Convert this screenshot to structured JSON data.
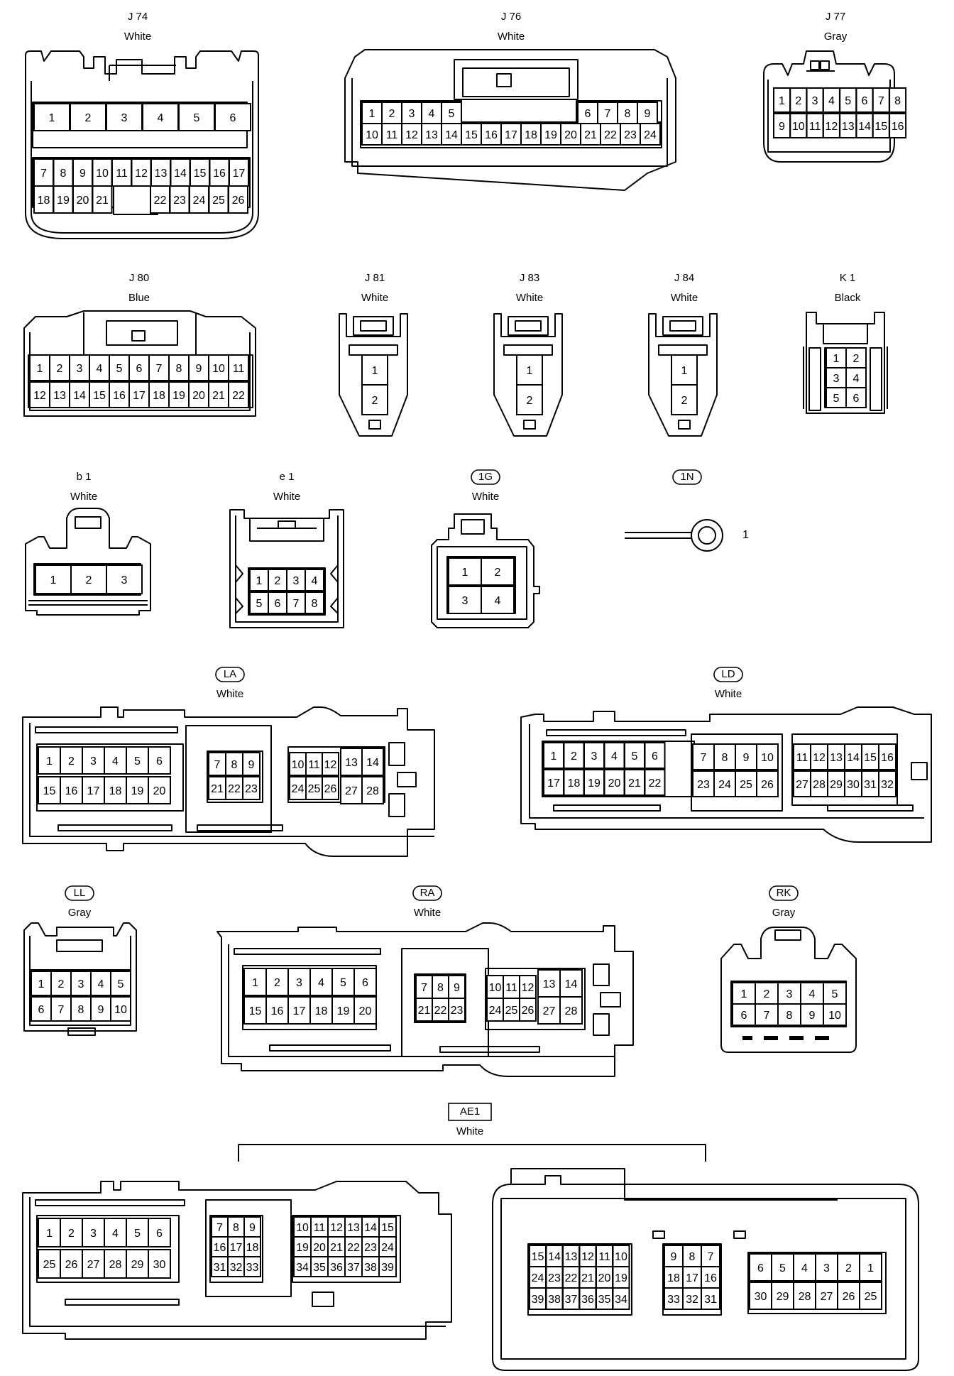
{
  "connectors": [
    {
      "id": "j74",
      "code": "J 74",
      "color": "White",
      "rows": [
        [
          "1",
          "2",
          "3",
          "4",
          "5",
          "6"
        ],
        [
          "7",
          "8",
          "9",
          "10",
          "11",
          "12",
          "13",
          "14",
          "15",
          "16",
          "17"
        ],
        [
          "18",
          "19",
          "20",
          "21",
          "22",
          "23",
          "24",
          "25",
          "26"
        ]
      ]
    },
    {
      "id": "j76",
      "code": "J 76",
      "color": "White",
      "rows": [
        [
          "1",
          "2",
          "3",
          "4",
          "5",
          "6",
          "7",
          "8",
          "9"
        ],
        [
          "10",
          "11",
          "12",
          "13",
          "14",
          "15",
          "16",
          "17",
          "18",
          "19",
          "20",
          "21",
          "22",
          "23",
          "24"
        ]
      ]
    },
    {
      "id": "j77",
      "code": "J 77",
      "color": "Gray",
      "rows": [
        [
          "1",
          "2",
          "3",
          "4",
          "5",
          "6",
          "7",
          "8"
        ],
        [
          "9",
          "10",
          "11",
          "12",
          "13",
          "14",
          "15",
          "16"
        ]
      ]
    },
    {
      "id": "j80",
      "code": "J 80",
      "color": "Blue",
      "rows": [
        [
          "1",
          "2",
          "3",
          "4",
          "5",
          "6",
          "7",
          "8",
          "9",
          "10",
          "11"
        ],
        [
          "12",
          "13",
          "14",
          "15",
          "16",
          "17",
          "18",
          "19",
          "20",
          "21",
          "22"
        ]
      ]
    },
    {
      "id": "j81",
      "code": "J 81",
      "color": "White",
      "rows": [
        [
          "1"
        ],
        [
          "2"
        ]
      ]
    },
    {
      "id": "j83",
      "code": "J 83",
      "color": "White",
      "rows": [
        [
          "1"
        ],
        [
          "2"
        ]
      ]
    },
    {
      "id": "j84",
      "code": "J 84",
      "color": "White",
      "rows": [
        [
          "1"
        ],
        [
          "2"
        ]
      ]
    },
    {
      "id": "k1",
      "code": "K 1",
      "color": "Black",
      "rows": [
        [
          "1",
          "2"
        ],
        [
          "3",
          "4"
        ],
        [
          "5",
          "6"
        ]
      ]
    },
    {
      "id": "b1",
      "code": "b 1",
      "color": "White",
      "rows": [
        [
          "1",
          "2",
          "3"
        ]
      ]
    },
    {
      "id": "e1",
      "code": "e 1",
      "color": "White",
      "rows": [
        [
          "1",
          "2",
          "3",
          "4"
        ],
        [
          "5",
          "6",
          "7",
          "8"
        ]
      ]
    },
    {
      "id": "c1g",
      "code": "1G",
      "color": "White",
      "rows": [
        [
          "1",
          "2"
        ],
        [
          "3",
          "4"
        ]
      ]
    },
    {
      "id": "c1n",
      "code": "1N",
      "color": "",
      "rows": [
        [
          "1"
        ]
      ]
    },
    {
      "id": "la",
      "code": "LA",
      "color": "White",
      "groups": [
        [
          [
            "1",
            "2",
            "3",
            "4",
            "5",
            "6"
          ],
          [
            "15",
            "16",
            "17",
            "18",
            "19",
            "20"
          ]
        ],
        [
          [
            "7",
            "8",
            "9"
          ],
          [
            "21",
            "22",
            "23"
          ]
        ],
        [
          [
            "10",
            "11",
            "12"
          ],
          [
            "24",
            "25",
            "26"
          ]
        ],
        [
          [
            "13",
            "14"
          ],
          [
            "27",
            "28"
          ]
        ]
      ]
    },
    {
      "id": "ld",
      "code": "LD",
      "color": "White",
      "groups": [
        [
          [
            "1",
            "2",
            "3",
            "4",
            "5",
            "6"
          ],
          [
            "17",
            "18",
            "19",
            "20",
            "21",
            "22"
          ]
        ],
        [
          [
            "7",
            "8",
            "9",
            "10"
          ],
          [
            "23",
            "24",
            "25",
            "26"
          ]
        ],
        [
          [
            "11",
            "12",
            "13",
            "14",
            "15",
            "16"
          ],
          [
            "27",
            "28",
            "29",
            "30",
            "31",
            "32"
          ]
        ]
      ]
    },
    {
      "id": "ll",
      "code": "LL",
      "color": "Gray",
      "rows": [
        [
          "1",
          "2",
          "3",
          "4",
          "5"
        ],
        [
          "6",
          "7",
          "8",
          "9",
          "10"
        ]
      ]
    },
    {
      "id": "ra",
      "code": "RA",
      "color": "White",
      "groups": [
        [
          [
            "1",
            "2",
            "3",
            "4",
            "5",
            "6"
          ],
          [
            "15",
            "16",
            "17",
            "18",
            "19",
            "20"
          ]
        ],
        [
          [
            "7",
            "8",
            "9"
          ],
          [
            "21",
            "22",
            "23"
          ]
        ],
        [
          [
            "10",
            "11",
            "12"
          ],
          [
            "24",
            "25",
            "26"
          ]
        ],
        [
          [
            "13",
            "14"
          ],
          [
            "27",
            "28"
          ]
        ]
      ]
    },
    {
      "id": "rk",
      "code": "RK",
      "color": "Gray",
      "rows": [
        [
          "1",
          "2",
          "3",
          "4",
          "5"
        ],
        [
          "6",
          "7",
          "8",
          "9",
          "10"
        ]
      ]
    },
    {
      "id": "ae1",
      "code": "AE1",
      "color": "White",
      "groups": [
        [
          [
            "1",
            "2",
            "3",
            "4",
            "5",
            "6"
          ],
          [
            "25",
            "26",
            "27",
            "28",
            "29",
            "30"
          ]
        ],
        [
          [
            "7",
            "8",
            "9"
          ],
          [
            "16",
            "17",
            "18"
          ],
          [
            "31",
            "32",
            "33"
          ]
        ],
        [
          [
            "10",
            "11",
            "12",
            "13",
            "14",
            "15"
          ],
          [
            "19",
            "20",
            "21",
            "22",
            "23",
            "24"
          ],
          [
            "34",
            "35",
            "36",
            "37",
            "38",
            "39"
          ]
        ],
        [
          [
            "15",
            "14",
            "13",
            "12",
            "11",
            "10"
          ],
          [
            "24",
            "23",
            "22",
            "21",
            "20",
            "19"
          ],
          [
            "39",
            "38",
            "37",
            "36",
            "35",
            "34"
          ]
        ],
        [
          [
            "9",
            "8",
            "7"
          ],
          [
            "18",
            "17",
            "16"
          ],
          [
            "33",
            "32",
            "31"
          ]
        ],
        [
          [
            "6",
            "5",
            "4",
            "3",
            "2",
            "1"
          ],
          [
            "30",
            "29",
            "28",
            "27",
            "26",
            "25"
          ]
        ]
      ]
    }
  ]
}
